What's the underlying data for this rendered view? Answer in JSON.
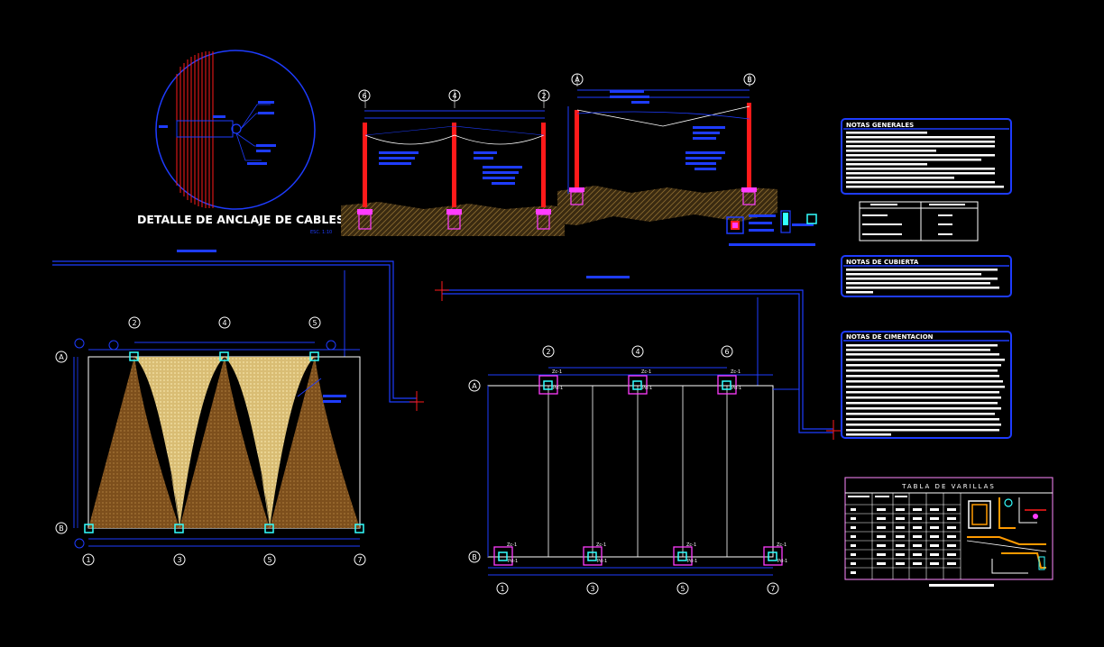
{
  "drawing": {
    "anchor_detail": {
      "title": "DETALLE DE ANCLAJE DE CABLES",
      "scale": "ESC. 1:10"
    },
    "axes": {
      "elev_left": [
        "6",
        "4",
        "2"
      ],
      "elev_right": [
        "A",
        "B"
      ],
      "plan_left_top": [
        "2",
        "4",
        "5"
      ],
      "plan_left_bottom": [
        "1",
        "3",
        "5",
        "7"
      ],
      "plan_left_rows": [
        "A",
        "B"
      ],
      "plan_right_top": [
        "2",
        "4",
        "6"
      ],
      "plan_right_bottom": [
        "1",
        "3",
        "5",
        "7"
      ],
      "plan_right_rows": [
        "A",
        "B"
      ]
    },
    "notes": {
      "general_title": "NOTAS GENERALES",
      "cubierta_title": "NOTAS DE CUBIERTA",
      "cimentacion_title": "NOTAS DE CIMENTACION"
    },
    "rebar_table": {
      "title": "TABLA DE VARILLAS"
    },
    "footing_labels": [
      "Zc-1",
      "Pd-1"
    ]
  },
  "colors": {
    "background": "#000000",
    "line_blue": "#1e3cff",
    "white": "#ffffff",
    "red": "#ff1a1a",
    "magenta": "#ff3cff",
    "cyan": "#33ffff",
    "soil": "#6b4a1c",
    "canvas_light": "#e8cf8a",
    "canvas_dark": "#8a5a22"
  }
}
